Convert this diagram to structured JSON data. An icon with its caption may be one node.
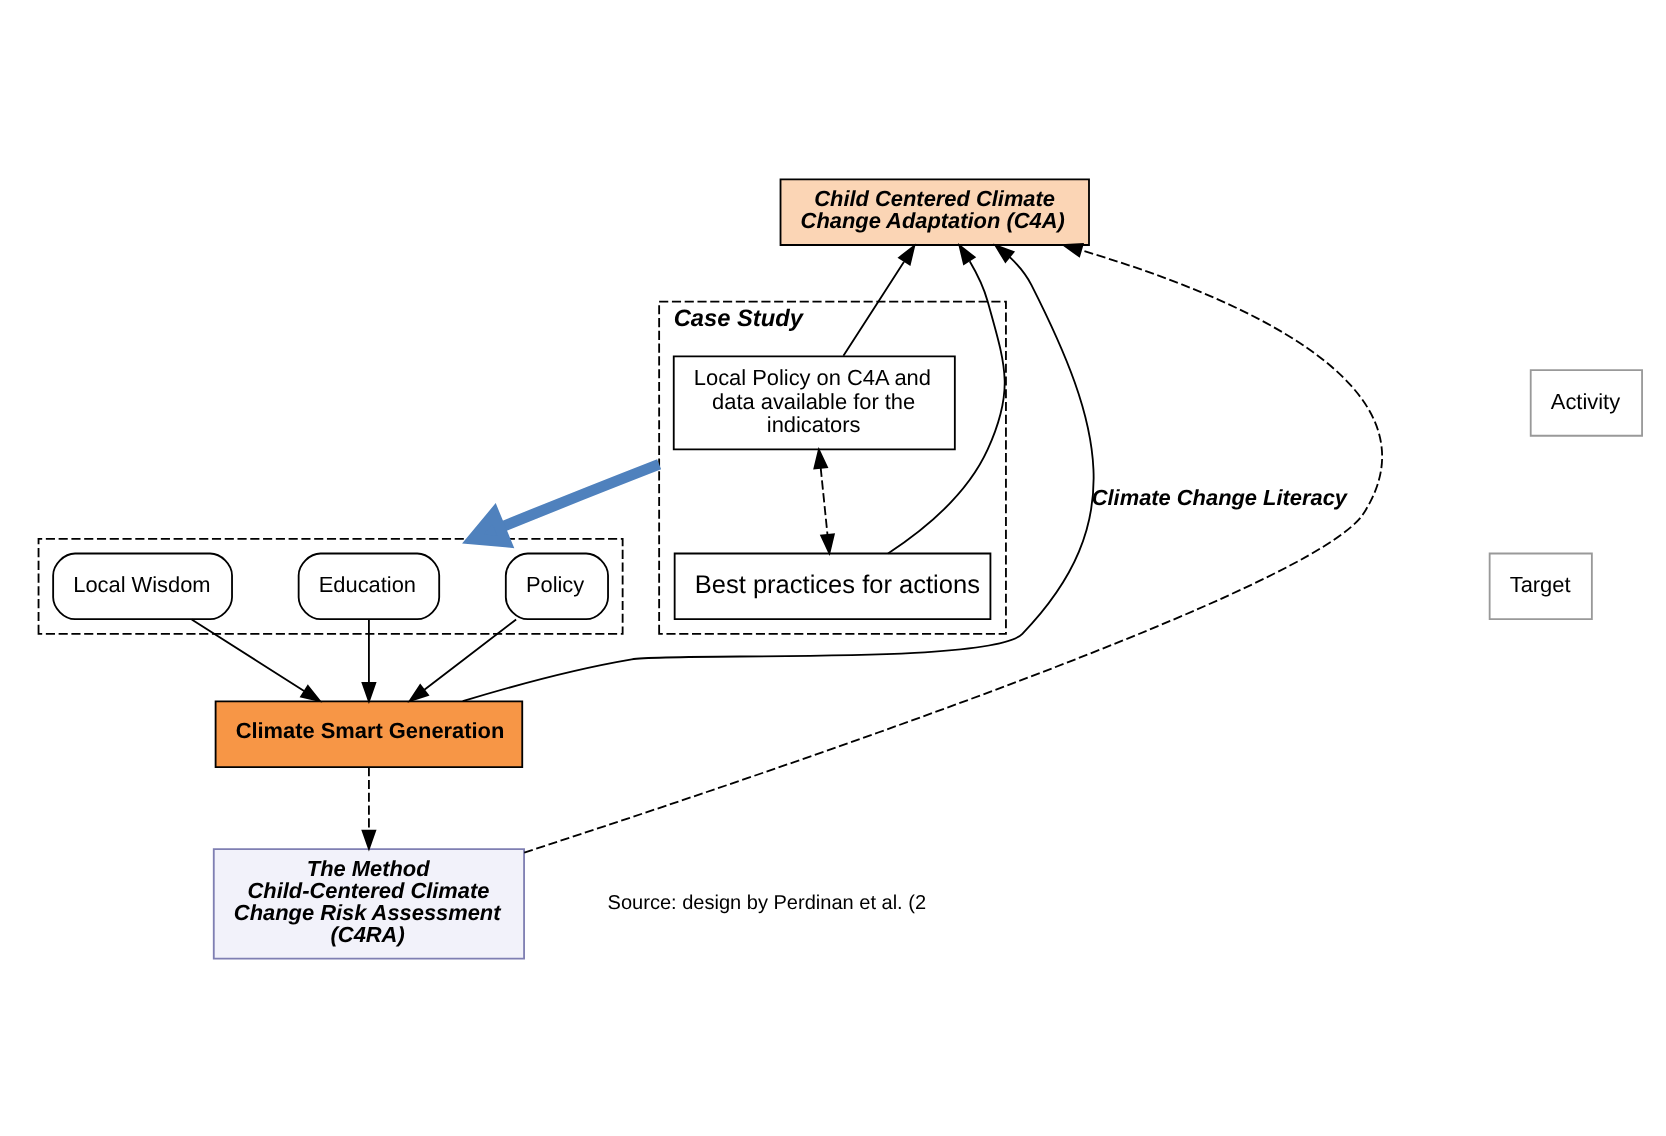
{
  "diagram": {
    "nodes": [
      {
        "text": [
          "Child Centered Climate Change Adaptation (C4A)"
        ]
      },
      {
        "text": [
          "Case Study"
        ]
      },
      {
        "text": [
          "Activity"
        ]
      },
      {
        "text": [
          "Local Policy on C4A and data available for the indicators"
        ],
        "in": 1
      },
      {
        "text": [
          "Best practices for actions"
        ],
        "in": 1
      },
      {
        "text": [],
        "shape": "box"
      },
      {
        "text": [
          "Target"
        ]
      },
      {
        "text": [
          "Education"
        ],
        "in": 5
      },
      {
        "text": [
          "Policy"
        ],
        "in": 5
      },
      {
        "text": [
          "Local Wisdom"
        ],
        "in": 5
      },
      {
        "text": [
          "Climate Smart Generation"
        ]
      },
      {
        "text": [
          "The Method",
          "Child-Centered Climate Change Risk Assessment (C4RA)"
        ]
      }
    ],
    "edges": [
      {
        "from": 3,
        "to": 0,
        "arrow": "to"
      },
      {
        "from": 4,
        "to": 0,
        "arrow": "to"
      },
      {
        "from": 3,
        "to": 4,
        "arrow": "both",
        "style": "dashed"
      },
      {
        "from": 1,
        "to": 5,
        "arrow": "to",
        "style": "thick",
        "color": "#4f81bd"
      },
      {
        "from": 7,
        "to": 10,
        "arrow": "to"
      },
      {
        "from": 8,
        "to": 10,
        "arrow": "to"
      },
      {
        "from": 9,
        "to": 10,
        "arrow": "to"
      },
      {
        "from": 10,
        "to": 11,
        "arrow": "to",
        "style": "dashed"
      },
      {
        "from": 11,
        "to": 0,
        "arrow": "to",
        "style": "dashed"
      },
      {
        "from": 10,
        "to": 0,
        "arrow": "to",
        "label": "Climate Change Literacy"
      }
    ],
    "labels": [
      "Source: design by Perdinan et al. (2"
    ]
  }
}
